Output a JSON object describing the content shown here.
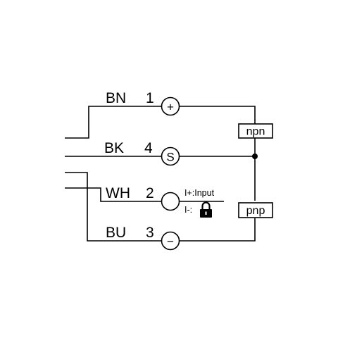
{
  "wires": [
    {
      "color_code": "BN",
      "pin": "1",
      "terminal_symbol": "+"
    },
    {
      "color_code": "BK",
      "pin": "4",
      "terminal_symbol": "S"
    },
    {
      "color_code": "WH",
      "pin": "2",
      "terminal_symbol": ""
    },
    {
      "color_code": "BU",
      "pin": "3",
      "terminal_symbol": "−"
    }
  ],
  "outputs": {
    "npn_label": "npn",
    "pnp_label": "pnp"
  },
  "pin2_notes": {
    "high": "I+:Input",
    "low": "I-:"
  },
  "icons": {
    "lock": "lock-icon"
  },
  "colors": {
    "line": "#000000",
    "background": "#ffffff"
  }
}
